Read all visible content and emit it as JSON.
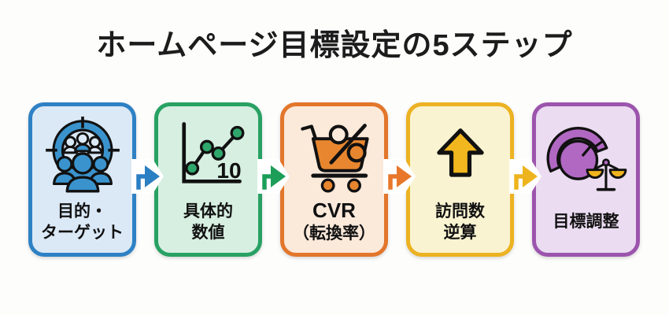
{
  "title": "ホームページ目標設定の5ステップ",
  "page": {
    "background": "#fdfdfc",
    "title_color": "#1c1c1c",
    "label_color": "#111111",
    "notch_color": "#ffffff"
  },
  "steps": [
    {
      "label_lines": [
        "目的・",
        "ターゲット"
      ],
      "icon": "target-audience-icon",
      "colors": {
        "border": "#2e81c4",
        "bg": "#dbe9f6",
        "icon": "#3a93cd",
        "arrow": "#2b7fc3"
      }
    },
    {
      "label_lines": [
        "具体的",
        "数値"
      ],
      "icon": "line-chart-icon",
      "icon_text": "10",
      "colors": {
        "border": "#28a163",
        "bg": "#d6efe1",
        "icon": "#2fa76c",
        "arrow": "#1d9e58"
      }
    },
    {
      "label_lines": [
        "CVR",
        "（転換率）"
      ],
      "icon": "cart-percent-icon",
      "colors": {
        "border": "#e2762b",
        "bg": "#fbe9da",
        "icon": "#e8862f",
        "arrow": "#e8772a"
      }
    },
    {
      "label_lines": [
        "訪問数",
        "逆算"
      ],
      "icon": "up-arrow-icon",
      "colors": {
        "border": "#ecb222",
        "bg": "#faf3d1",
        "icon": "#f2b71e",
        "arrow": "#edb41d"
      }
    },
    {
      "label_lines": [
        "目標調整"
      ],
      "icon": "gauge-balance-icon",
      "colors": {
        "border": "#9c55ad",
        "bg": "#ebdcf2",
        "icon": "#b168c2",
        "arrow": "#9c55ad",
        "pan": "#f0b41e"
      }
    }
  ]
}
